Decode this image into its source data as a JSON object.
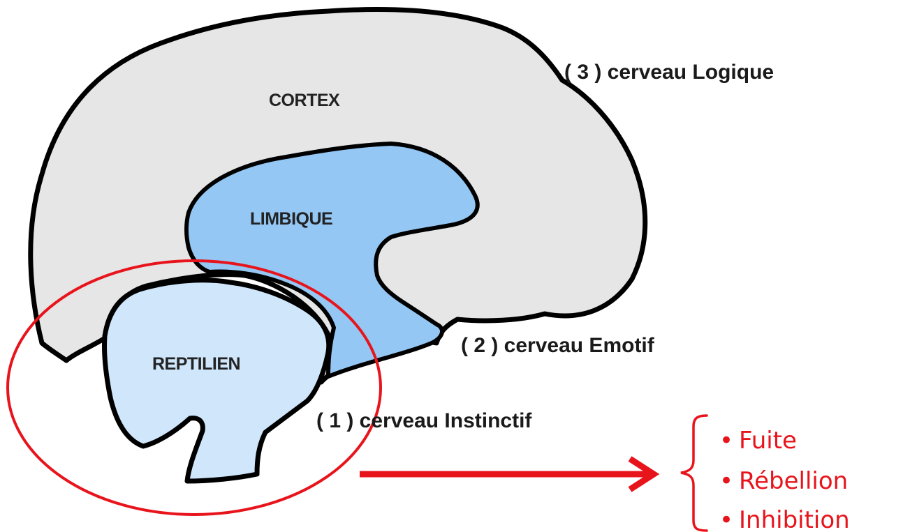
{
  "regions": {
    "cortex": "CORTEX",
    "limbique": "LIMBIQUE",
    "reptilien": "REPTILIEN"
  },
  "brain_labels": {
    "logique": "( 3 ) cerveau Logique",
    "emotif": "( 2 ) cerveau Emotif",
    "instinctif": "( 1 ) cerveau Instinctif"
  },
  "reactions": [
    "Fuite",
    "Rébellion",
    "Inhibition"
  ],
  "bullet": "•",
  "colors": {
    "cortex_fill": "#e6e6e6",
    "limbic_fill": "#94c7f4",
    "reptilian_fill": "#cfe6fb",
    "outline": "#000000",
    "highlight_red": "#e8141c"
  }
}
